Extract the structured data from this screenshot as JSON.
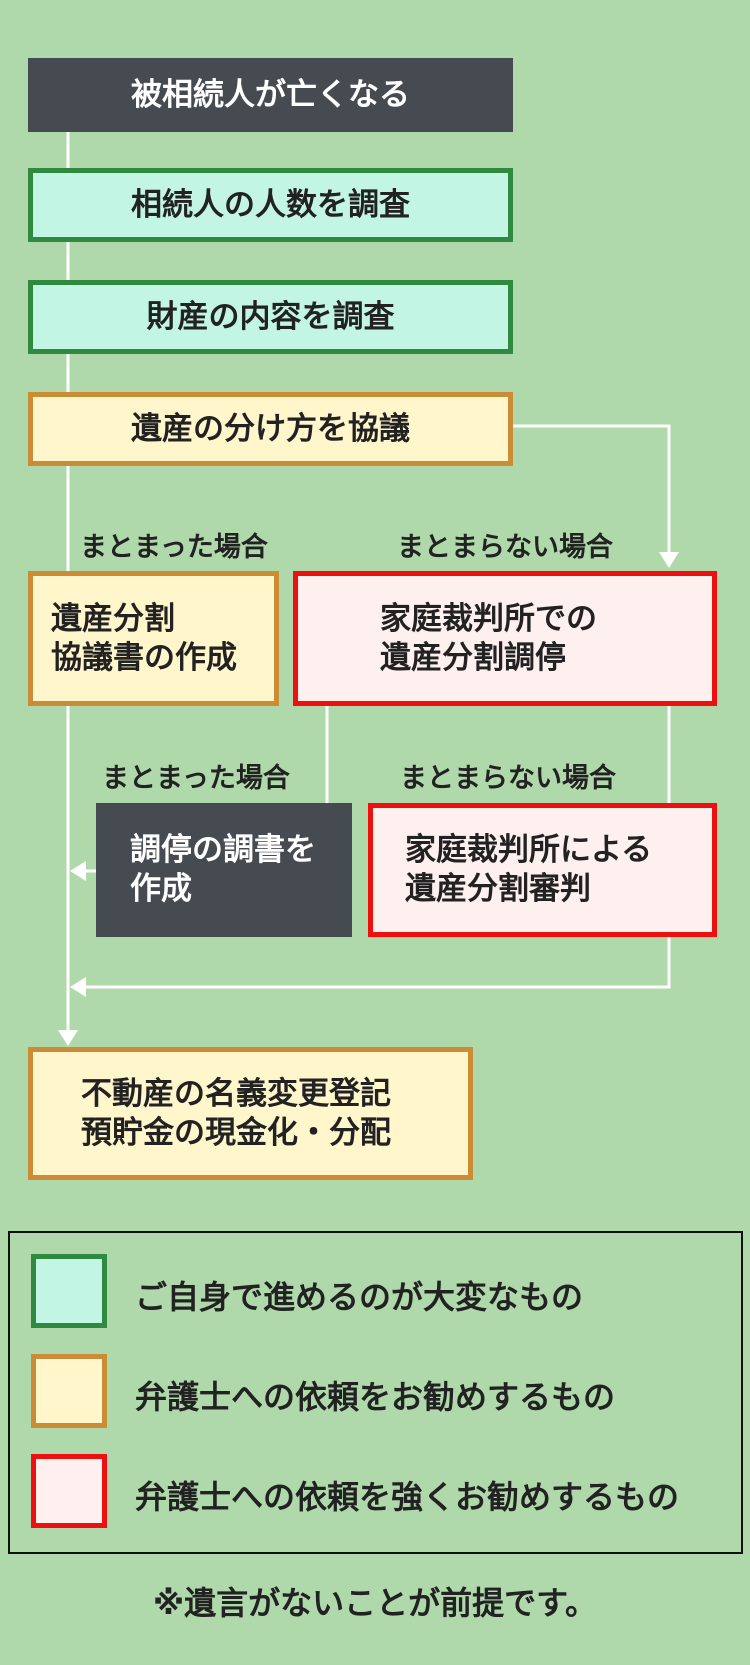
{
  "steps": {
    "death": "被相続人が亡くなる",
    "heirs": "相続人の人数を調査",
    "assets": "財産の内容を調査",
    "discuss": "遺産の分け方を協議",
    "agreement_doc": "遺産分割\n協議書の作成",
    "mediation": "家庭裁判所での\n遺産分割調停",
    "mediation_record": "調停の調書を\n作成",
    "adjudication": "家庭裁判所による\n遺産分割審判",
    "final": "不動産の名義変更登記\n預貯金の現金化・分配"
  },
  "labels": {
    "agreed_1": "まとまった場合",
    "not_agreed_1": "まとまらない場合",
    "agreed_2": "まとまった場合",
    "not_agreed_2": "まとまらない場合"
  },
  "legend": [
    {
      "color": "green",
      "text": "ご自身で進めるのが大変なもの"
    },
    {
      "color": "orange",
      "text": "弁護士への依頼をお勧めするもの"
    },
    {
      "color": "red",
      "text": "弁護士への依頼を強くお勧めするもの"
    }
  ],
  "colors": {
    "background": "#b0d9ab",
    "dark": "#464b52",
    "green_fill": "#c2f5e4",
    "green_border": "#2f8a3f",
    "orange_fill": "#fff6cc",
    "orange_border": "#cc8c36",
    "red_fill": "#fff0f0",
    "red_border": "#ee0f0f",
    "connector": "#ffffff"
  },
  "note": "※遺言がないことが前提です。"
}
